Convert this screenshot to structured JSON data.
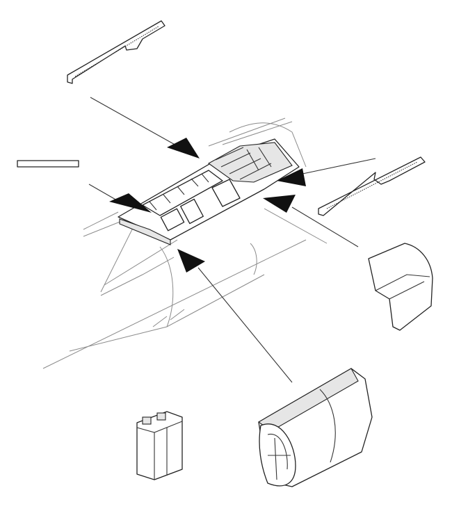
{
  "diagram": {
    "type": "exploded assembly drawing",
    "colors": {
      "ink": "#111111",
      "fuselage_line": "#8a8a8a",
      "shade": "#e6e6e6",
      "background": "#ffffff"
    },
    "arrow_count": 5,
    "part_count": 6
  }
}
